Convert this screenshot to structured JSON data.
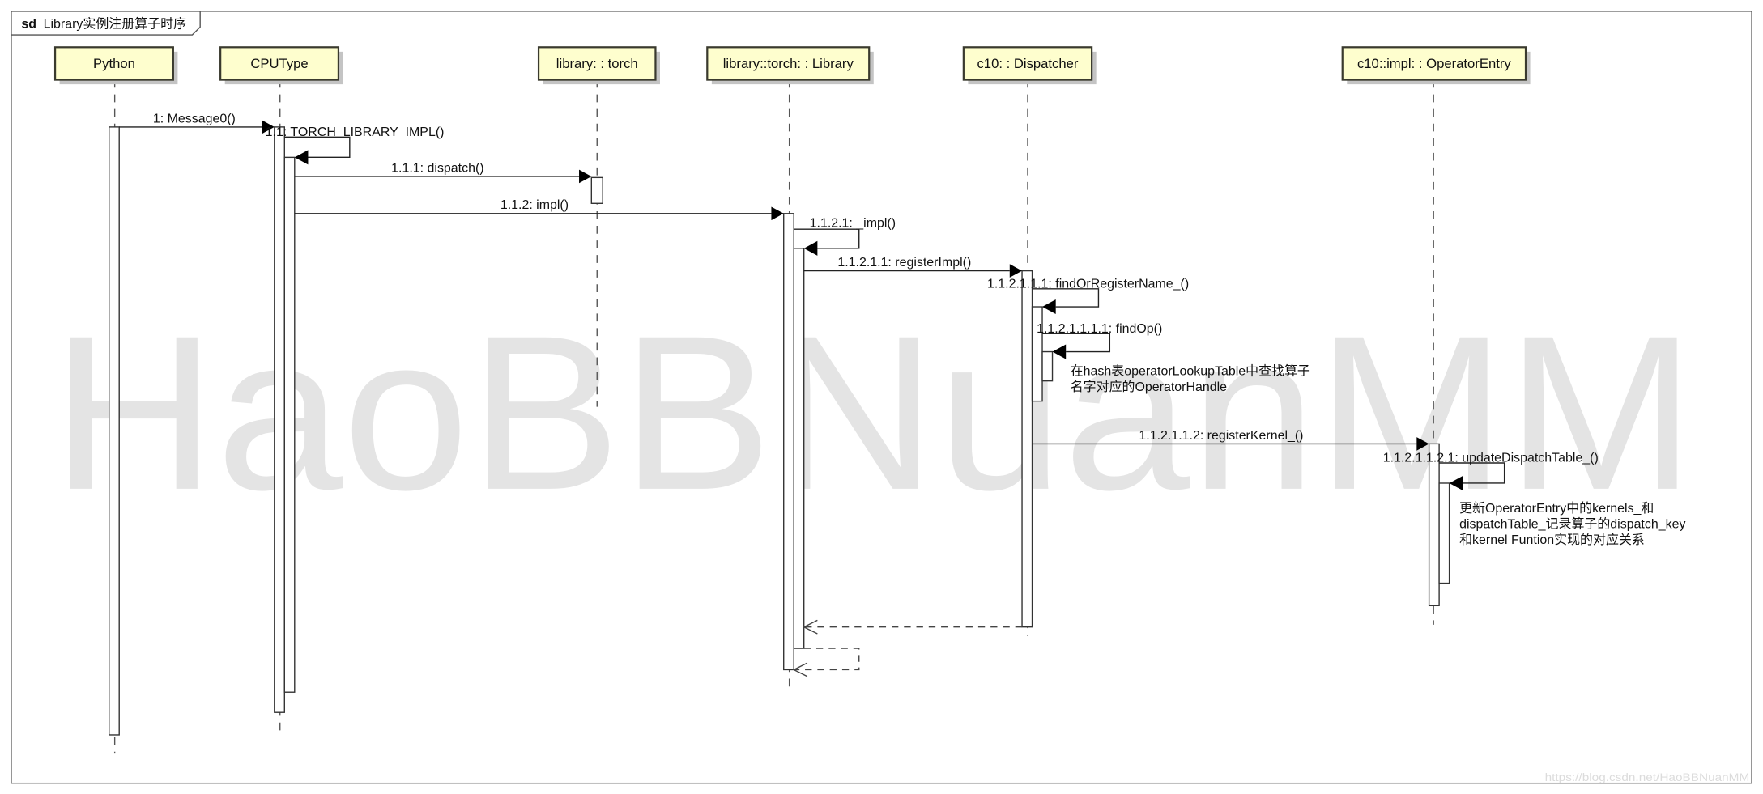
{
  "frame": {
    "keyword": "sd",
    "title": "Library实例注册算子时序"
  },
  "participants": [
    {
      "label": "Python"
    },
    {
      "label": "CPUType"
    },
    {
      "label": "library: : torch"
    },
    {
      "label": "library::torch: : Library"
    },
    {
      "label": "c10: : Dispatcher"
    },
    {
      "label": "c10::impl: : OperatorEntry"
    }
  ],
  "messages": [
    {
      "label": "1: Message0()",
      "from": 0,
      "to": 1
    },
    {
      "label": "1.1: TORCH_LIBRARY_IMPL()",
      "from": 1,
      "to": 1
    },
    {
      "label": "1.1.1: dispatch()",
      "from": 1,
      "to": 2
    },
    {
      "label": "1.1.2: impl()",
      "from": 1,
      "to": 3
    },
    {
      "label": "1.1.2.1: _impl()",
      "from": 3,
      "to": 3
    },
    {
      "label": "1.1.2.1.1: registerImpl()",
      "from": 3,
      "to": 4
    },
    {
      "label": "1.1.2.1.1.1: findOrRegisterName_()",
      "from": 4,
      "to": 4
    },
    {
      "label": "1.1.2.1.1.1.1: findOp()",
      "from": 4,
      "to": 4
    },
    {
      "label": "1.1.2.1.1.2: registerKernel_()",
      "from": 4,
      "to": 5
    },
    {
      "label": "1.1.2.1.1.2.1: updateDispatchTable_()",
      "from": 5,
      "to": 5
    }
  ],
  "returns": [
    {
      "from": 4,
      "to": 3
    },
    {
      "from": 3,
      "to": 3
    }
  ],
  "notes": [
    {
      "lines": [
        "在hash表operatorLookupTable中查找算子",
        "名字对应的OperatorHandle"
      ]
    },
    {
      "lines": [
        "更新OperatorEntry中的kernels_和",
        "dispatchTable_记录算子的dispatch_key",
        "和kernel Funtion实现的对应关系"
      ]
    }
  ],
  "watermark": {
    "text": "HaoBBNuanMM",
    "url": "https://blog.csdn.net/HaoBBNuanMM"
  },
  "colors": {
    "participant_fill": "#fefece",
    "watermark": "#e4e4e4"
  }
}
